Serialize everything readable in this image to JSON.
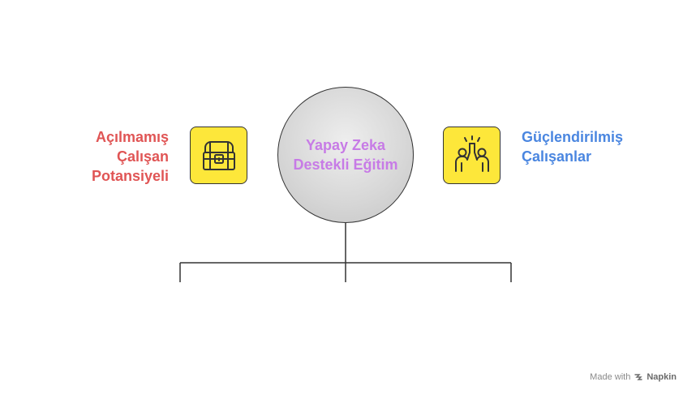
{
  "left_node": {
    "lines": [
      "Açılmamış",
      "Çalışan",
      "Potansiyeli"
    ],
    "icon": "treasure-chest-icon"
  },
  "center_node": {
    "lines": [
      "Yapay Zeka",
      "Destekli Eğitim"
    ]
  },
  "right_node": {
    "lines": [
      "Güçlendirilmiş",
      "Çalışanlar"
    ],
    "icon": "high-five-icon"
  },
  "watermark": {
    "prefix": "Made with",
    "brand": "Napkin"
  },
  "colors": {
    "left_text": "#e05555",
    "center_text": "#c77be6",
    "right_text": "#4a86e0",
    "icon_bg": "#fde73a",
    "outline": "#333333"
  }
}
